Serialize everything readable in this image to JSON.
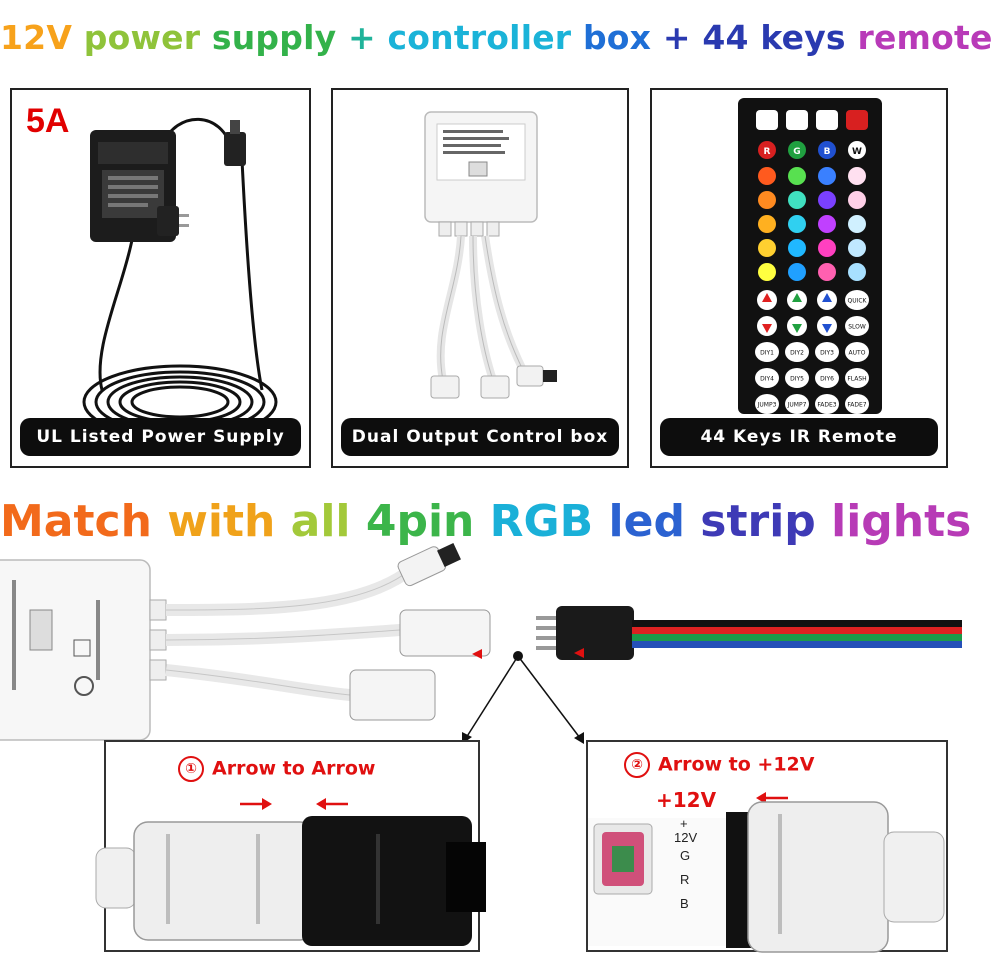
{
  "header": {
    "segments": [
      {
        "text": "12V ",
        "color": "#f7a21b"
      },
      {
        "text": "power ",
        "color": "#8fc33a"
      },
      {
        "text": "supply ",
        "color": "#33b24a"
      },
      {
        "text": "+ ",
        "color": "#20b39a"
      },
      {
        "text": "controller ",
        "color": "#1bb3d8"
      },
      {
        "text": "box ",
        "color": "#1f6fd6"
      },
      {
        "text": "+ 44 keys ",
        "color": "#2a3ab0"
      },
      {
        "text": "remote",
        "color": "#b83ab8"
      }
    ]
  },
  "panels": {
    "power_supply": {
      "badge": "5A",
      "caption": "UL Listed Power Supply"
    },
    "control_box": {
      "caption": "Dual Output Control box"
    },
    "remote": {
      "caption": "44 Keys IR Remote",
      "color_keys": [
        "R",
        "G",
        "B",
        "W"
      ],
      "function_keys": [
        "QUICK",
        "SLOW",
        "DIY1",
        "DIY2",
        "DIY3",
        "AUTO",
        "DIY4",
        "DIY5",
        "DIY6",
        "FLASH",
        "JUMP3",
        "JUMP7",
        "FADE3",
        "FADE7"
      ]
    }
  },
  "subtitle": {
    "segments": [
      {
        "text": "Match ",
        "color": "#f26a1b"
      },
      {
        "text": "with ",
        "color": "#f0a21a"
      },
      {
        "text": "all ",
        "color": "#a3c93a"
      },
      {
        "text": "4pin ",
        "color": "#3cb54a"
      },
      {
        "text": "RGB ",
        "color": "#1ab0d8"
      },
      {
        "text": "led ",
        "color": "#2b62d1"
      },
      {
        "text": "strip ",
        "color": "#3e3ab6"
      },
      {
        "text": "lights",
        "color": "#b73bb6"
      }
    ]
  },
  "steps": {
    "step1": {
      "number": "①",
      "label": "Arrow to Arrow"
    },
    "step2": {
      "number": "②",
      "label": "Arrow to +12V",
      "voltage_label": "+12V",
      "pins": [
        "+",
        "12V",
        "G",
        "R",
        "B"
      ]
    }
  },
  "colors": {
    "accent_red": "#e01010",
    "caption_bg": "#0d0d0d",
    "panel_border": "#222222"
  }
}
